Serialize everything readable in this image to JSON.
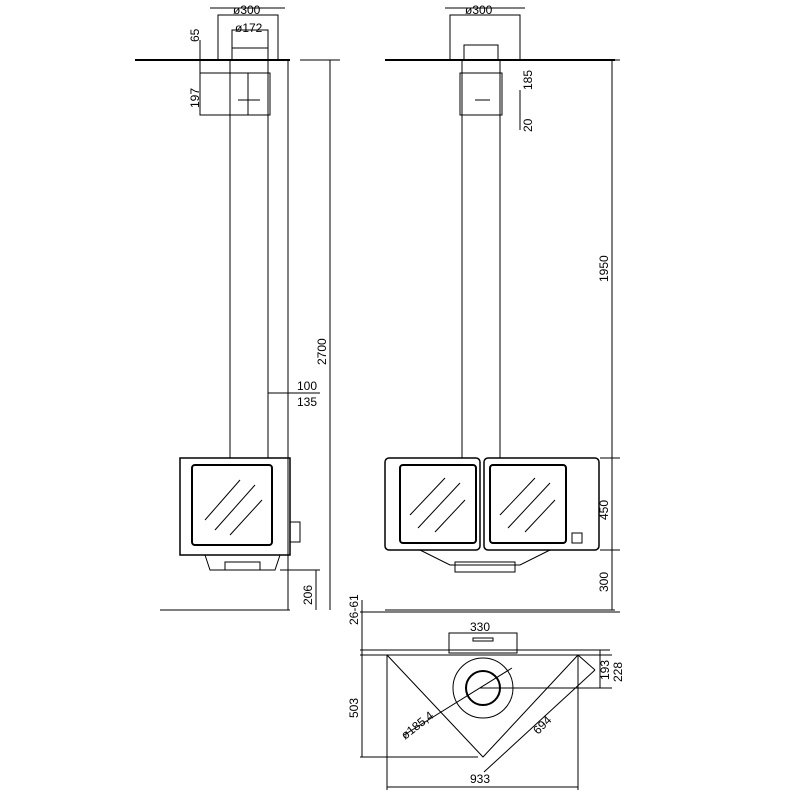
{
  "side_view": {
    "d_outer": "ø300",
    "d_inner": "ø172",
    "h_top": "65",
    "h_collar": "197",
    "total_height": "2700",
    "pipe_a": "100",
    "pipe_b": "135",
    "floor_gap": "206"
  },
  "front_view": {
    "d_outer": "ø300",
    "h_collar": "185",
    "h_gap": "20",
    "pipe_length": "1950",
    "stove_height": "450",
    "base_height": "300"
  },
  "top_view": {
    "offset": "26-61",
    "width_box": "330",
    "d_flue": "ø185,4",
    "diag": "694",
    "depth": "503",
    "total_width": "933",
    "h1": "193",
    "h2": "228"
  }
}
